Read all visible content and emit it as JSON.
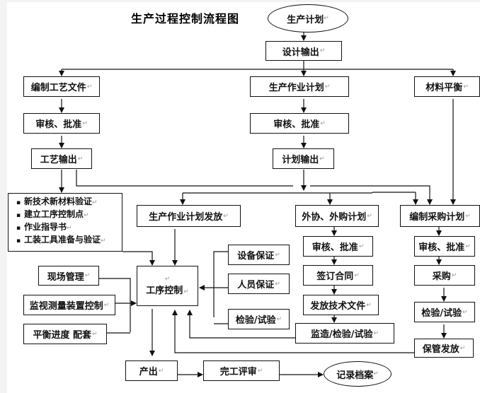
{
  "title": "生产过程控制流程图",
  "paragraph_mark": "↵",
  "nodes": {
    "production_plan": "生产计划",
    "design_output": "设计输出",
    "compile_process_docs": "编制工艺文件",
    "production_work_plan": "生产作业计划",
    "material_balance": "材料平衡",
    "review_approve_process": "审核、批准",
    "review_approve_plan": "审核、批准",
    "process_output": "工艺输出",
    "plan_output": "计划输出",
    "process_items": [
      "新技术新材料验证",
      "建立工序控制点",
      "作业指导书",
      "工装工具准备与验证"
    ],
    "work_plan_release": "生产作业计划发放",
    "outsourcing_plan": "外协、外购计划",
    "compile_purchase_plan": "编制采购计划",
    "equipment_assurance": "设备保证",
    "review_approve_outsourcing": "审核、批准",
    "review_approve_purchase": "审核、批准",
    "site_management": "现场管理",
    "process_control": "工序控制",
    "personnel_assurance": "人员保证",
    "sign_contract": "签订合同",
    "purchase": "采购",
    "monitoring_device_control": "监视测量装置控制",
    "issue_tech_docs": "发放技术文件",
    "inspection_test_left": "检验/试验",
    "inspection_test_right": "检验/试验",
    "schedule_balance": "平衡进度 配套",
    "supervision_inspection_test": "监造/检验/试验",
    "storage_release": "保管发放",
    "output": "产出",
    "completion_review": "完工评审",
    "record_archive": "记录档案"
  }
}
